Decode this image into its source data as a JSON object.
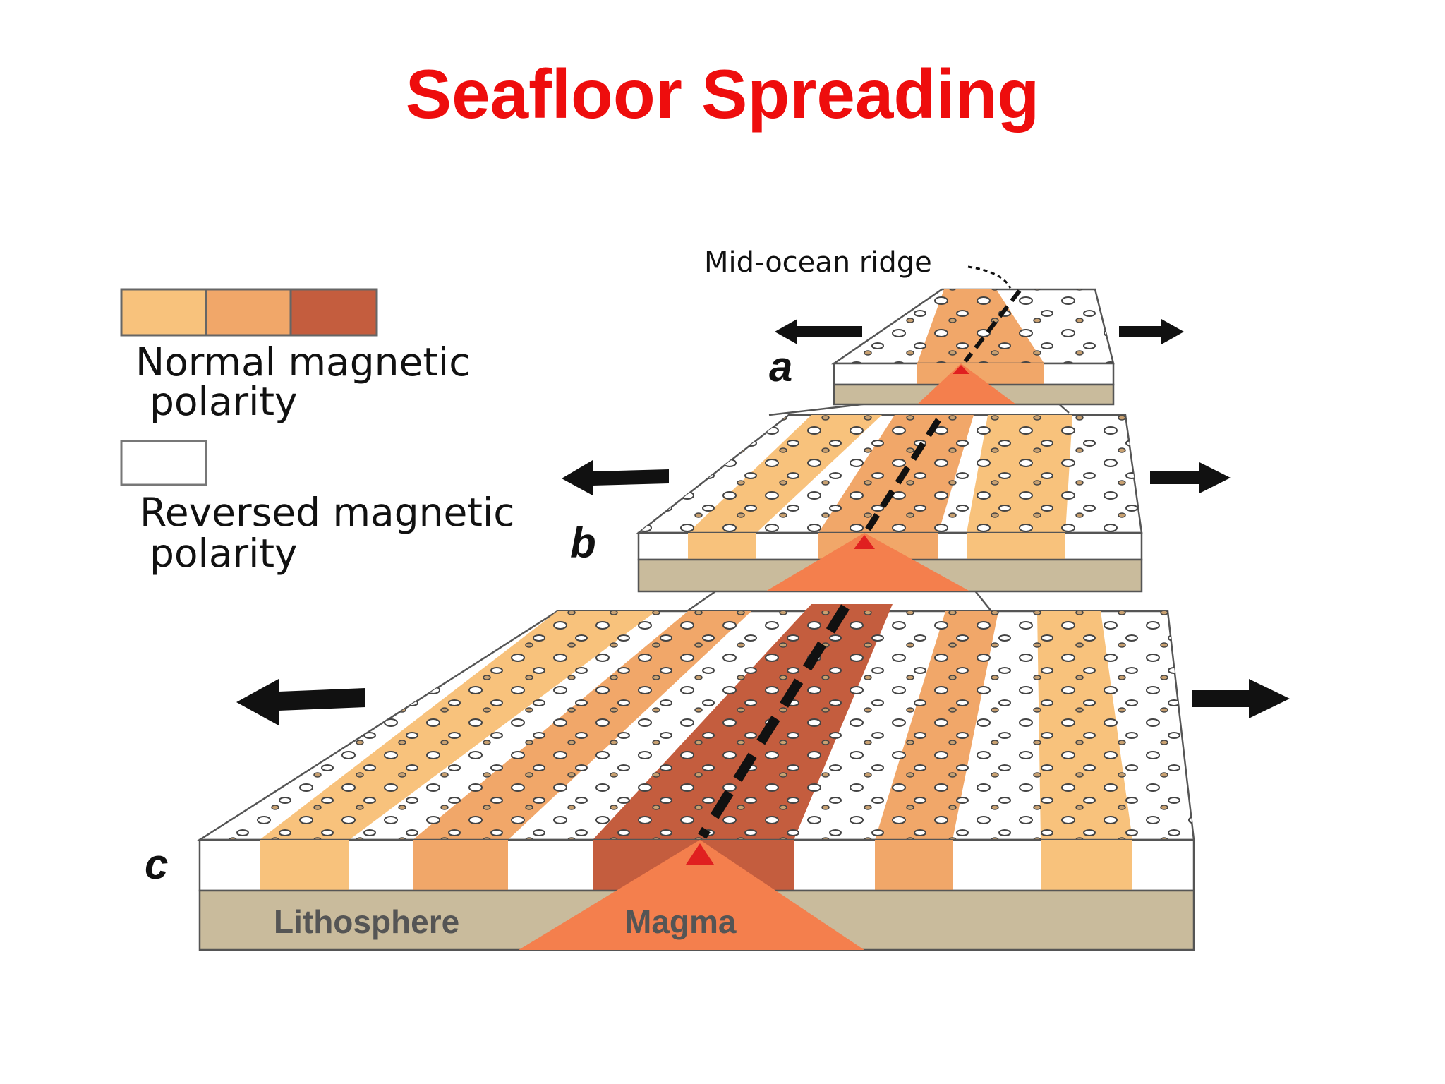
{
  "title": "Seafloor Spreading",
  "colors": {
    "title": "#ee0d0d",
    "normal_light": "#f8c27c",
    "normal_mid": "#f1a769",
    "normal_dark": "#c45d3e",
    "reversed": "#ffffff",
    "lithosphere": "#c9bb9c",
    "magma": "#f47f4d",
    "outline": "#555555"
  },
  "legend": {
    "normal_line1": "Normal  magnetic",
    "normal_line2": "polarity",
    "reversed_line1": "Reversed  magnetic",
    "reversed_line2": "polarity"
  },
  "labels": {
    "ridge": "Mid-ocean ridge",
    "stage_a": "a",
    "stage_b": "b",
    "stage_c": "c",
    "lithosphere": "Lithosphere",
    "magma": "Magma"
  },
  "icons": {
    "spreading_arrow": "arrow-icon"
  }
}
